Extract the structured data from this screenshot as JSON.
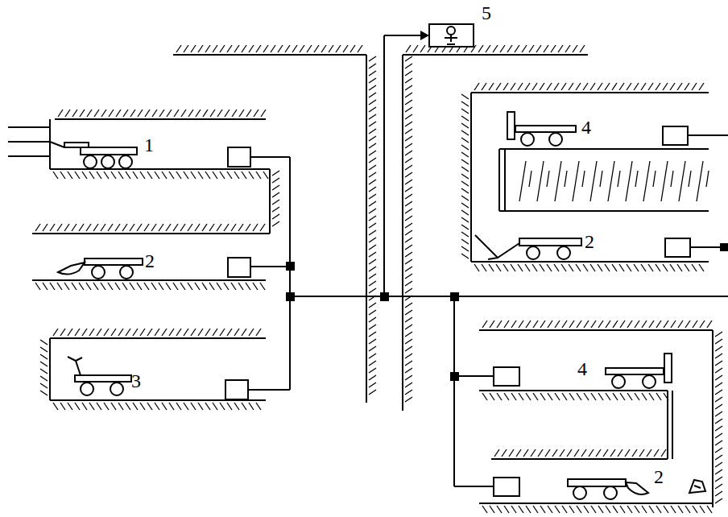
{
  "diagram": {
    "labels": [
      "1",
      "2",
      "3",
      "5",
      "4",
      "2",
      "4",
      "2"
    ]
  }
}
